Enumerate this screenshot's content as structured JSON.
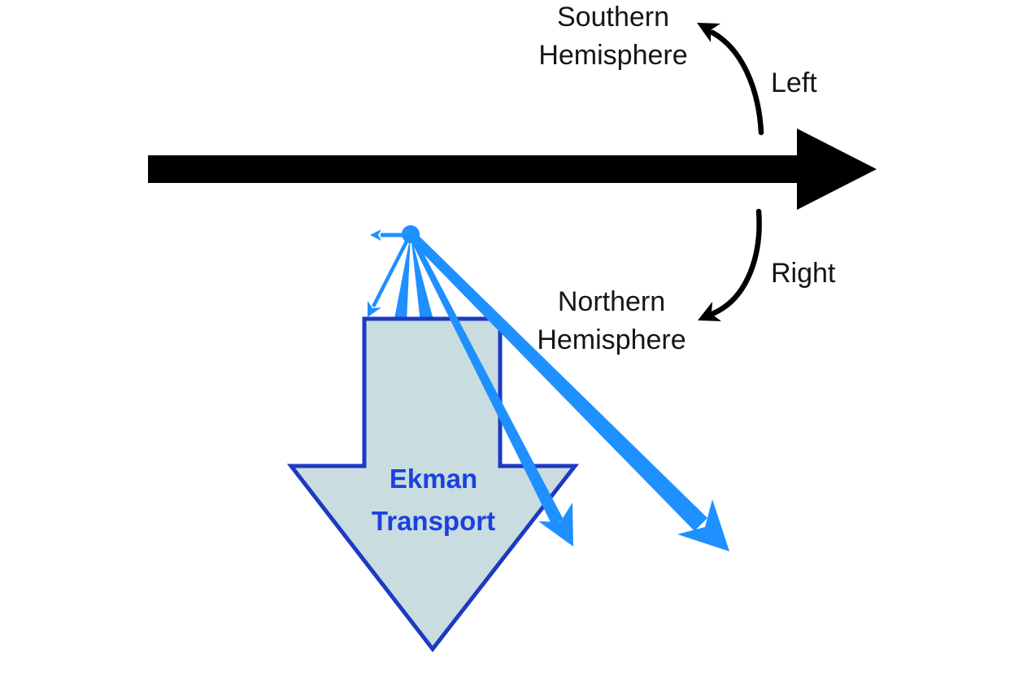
{
  "labels": {
    "southern_line1": "Southern",
    "southern_line2": "Hemisphere",
    "left_deflection": "Left",
    "right_deflection": "Right",
    "northern_line1": "Northern",
    "northern_line2": "Hemisphere",
    "ekman_line1": "Ekman",
    "ekman_line2": "Transport"
  },
  "colors": {
    "background": "#ffffff",
    "wind_arrow": "#000000",
    "current_arrow": "#1e90ff",
    "block_fill": "#c9dcdf",
    "block_border": "#1e3ac2",
    "block_text": "#1a41e0",
    "label_text": "#151515"
  }
}
